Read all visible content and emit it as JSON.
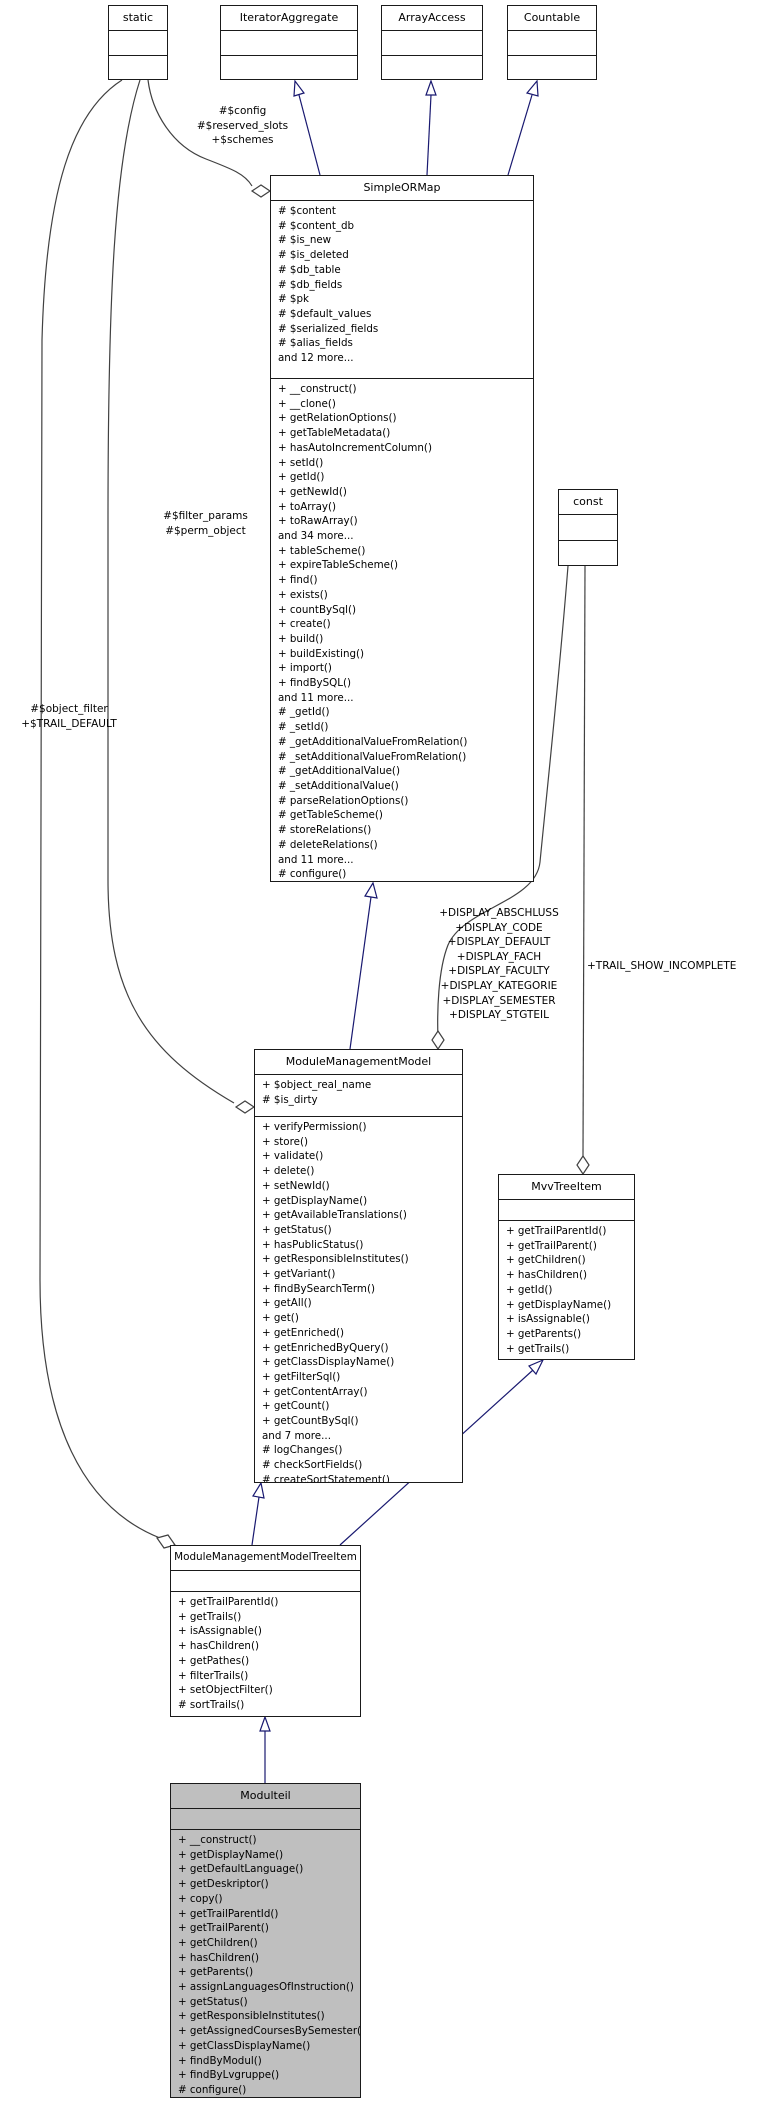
{
  "diagram": {
    "colors": {
      "inheritance_edge": "#191970",
      "aggregation_edge": "#404040",
      "box_border": "#1a1a1a",
      "box_background": "#ffffff",
      "highlighted_box_background": "#bfbfbf"
    },
    "classes": {
      "static": {
        "title": "static"
      },
      "iterator_aggregate": {
        "title": "IteratorAggregate"
      },
      "array_access": {
        "title": "ArrayAccess"
      },
      "countable": {
        "title": "Countable"
      },
      "const": {
        "title": "const"
      },
      "simpleormap": {
        "title": "SimpleORMap",
        "attributes": [
          "# $content",
          "# $content_db",
          "# $is_new",
          "# $is_deleted",
          "# $db_table",
          "# $db_fields",
          "# $pk",
          "# $default_values",
          "# $serialized_fields",
          "# $alias_fields",
          "and 12 more..."
        ],
        "methods": [
          "+ __construct()",
          "+ __clone()",
          "+ getRelationOptions()",
          "+ getTableMetadata()",
          "+ hasAutoIncrementColumn()",
          "+ setId()",
          "+ getId()",
          "+ getNewId()",
          "+ toArray()",
          "+ toRawArray()",
          "and 34 more...",
          "+ tableScheme()",
          "+ expireTableScheme()",
          "+ find()",
          "+ exists()",
          "+ countBySql()",
          "+ create()",
          "+ build()",
          "+ buildExisting()",
          "+ import()",
          "+ findBySQL()",
          "and 11 more...",
          "# _getId()",
          "# _setId()",
          "# _getAdditionalValueFromRelation()",
          "# _setAdditionalValueFromRelation()",
          "# _getAdditionalValue()",
          "# _setAdditionalValue()",
          "# parseRelationOptions()",
          "# getTableScheme()",
          "# storeRelations()",
          "# deleteRelations()",
          "and 11 more...",
          "# configure()"
        ]
      },
      "module_management_model": {
        "title": "ModuleManagementModel",
        "attributes": [
          "+ $object_real_name",
          "# $is_dirty"
        ],
        "methods": [
          "+ verifyPermission()",
          "+ store()",
          "+ validate()",
          "+ delete()",
          "+ setNewId()",
          "+ getDisplayName()",
          "+ getAvailableTranslations()",
          "+ getStatus()",
          "+ hasPublicStatus()",
          "+ getResponsibleInstitutes()",
          "+ getVariant()",
          "+ findBySearchTerm()",
          "+ getAll()",
          "+ get()",
          "+ getEnriched()",
          "+ getEnrichedByQuery()",
          "+ getClassDisplayName()",
          "+ getFilterSql()",
          "+ getContentArray()",
          "+ getCount()",
          "+ getCountBySql()",
          "and 7 more...",
          "# logChanges()",
          "# checkSortFields()",
          "# createSortStatement()"
        ]
      },
      "mvv_tree_item": {
        "title": "MvvTreeItem",
        "methods": [
          "+ getTrailParentId()",
          "+ getTrailParent()",
          "+ getChildren()",
          "+ hasChildren()",
          "+ getId()",
          "+ getDisplayName()",
          "+ isAssignable()",
          "+ getParents()",
          "+ getTrails()"
        ]
      },
      "module_management_model_tree_item": {
        "title": "ModuleManagementModelTreeItem",
        "methods": [
          "+ getTrailParentId()",
          "+ getTrails()",
          "+ isAssignable()",
          "+ hasChildren()",
          "+ getPathes()",
          "+ filterTrails()",
          "+ setObjectFilter()",
          "# sortTrails()"
        ]
      },
      "modulteil": {
        "title": "Modulteil",
        "methods": [
          "+ __construct()",
          "+ getDisplayName()",
          "+ getDefaultLanguage()",
          "+ getDeskriptor()",
          "+ copy()",
          "+ getTrailParentId()",
          "+ getTrailParent()",
          "+ getChildren()",
          "+ hasChildren()",
          "+ getParents()",
          "+ assignLanguagesOfInstruction()",
          "+ getStatus()",
          "+ getResponsibleInstitutes()",
          "+ getAssignedCoursesBySemester()",
          "+ getClassDisplayName()",
          "+ findByModul()",
          "+ findByLvgruppe()",
          "# configure()"
        ]
      }
    },
    "edge_labels": {
      "static_to_simpleormap": [
        "#$config",
        "#$reserved_slots",
        "+$schemes"
      ],
      "static_to_module_management_model": [
        "#$filter_params",
        "#$perm_object"
      ],
      "static_to_tree_item": [
        "#$object_filter",
        "+$TRAIL_DEFAULT"
      ],
      "const_to_module_management_model": [
        "+DISPLAY_ABSCHLUSS",
        "+DISPLAY_CODE",
        "+DISPLAY_DEFAULT",
        "+DISPLAY_FACH",
        "+DISPLAY_FACULTY",
        "+DISPLAY_KATEGORIE",
        "+DISPLAY_SEMESTER",
        "+DISPLAY_STGTEIL"
      ],
      "const_to_mvv_tree_item": "+TRAIL_SHOW_INCOMPLETE"
    }
  }
}
